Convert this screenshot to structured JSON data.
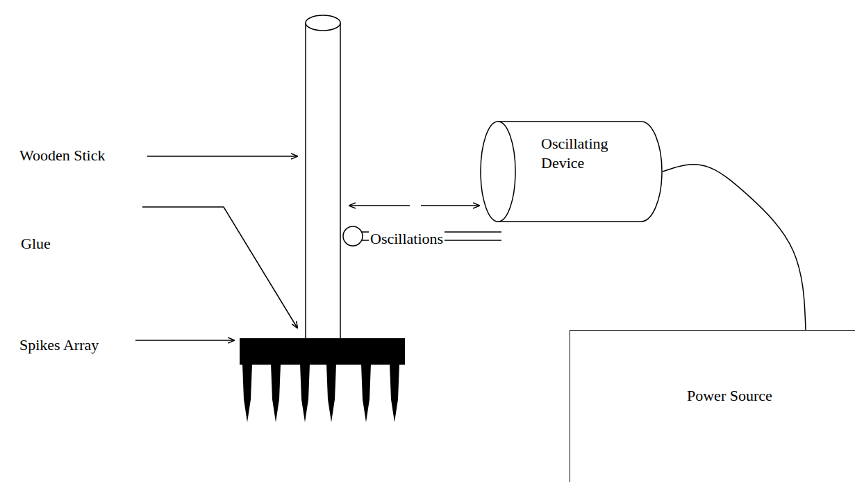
{
  "diagram": {
    "nodes": [
      {
        "text": [
          "Oscillating Device"
        ]
      },
      {
        "text": [
          "Power Source"
        ]
      }
    ],
    "edges": [
      {
        "from": 0,
        "to": 1,
        "arrow": "none"
      }
    ],
    "labels": [
      "Wooden Stick",
      "Glue",
      "Spikes Array",
      "Oscillations"
    ]
  }
}
